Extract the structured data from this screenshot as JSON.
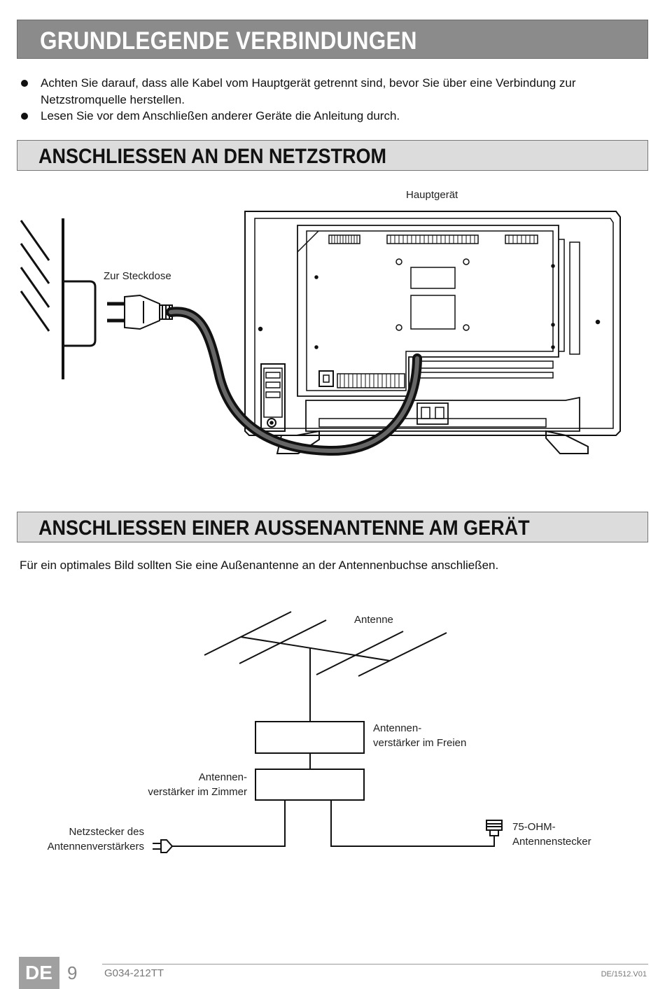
{
  "header": {
    "title": "GRUNDLEGENDE VERBINDUNGEN"
  },
  "bullets": [
    "Achten Sie darauf, dass alle Kabel vom Hauptgerät getrennt sind, bevor Sie über eine Verbindung zur Netzstromquelle herstellen.",
    "Lesen Sie vor dem Anschließen anderer Geräte die Anleitung durch."
  ],
  "power": {
    "title": "ANSCHLIESSEN AN DEN NETZSTROM",
    "label_device": "Hauptgerät",
    "label_socket": "Zur Steckdose"
  },
  "antenna": {
    "title": "ANSCHLIESSEN EINER AUSSENANTENNE AM GERÄT",
    "intro": "Für ein optimales Bild sollten Sie eine Außenantenne an der Antennenbuchse anschließen.",
    "label_antenna": "Antenne",
    "label_outdoor_amp_1": "Antennen-",
    "label_outdoor_amp_2": "verstärker im Freien",
    "label_indoor_amp_1": "Antennen-",
    "label_indoor_amp_2": "verstärker im Zimmer",
    "label_plug_1": "Netzstecker des",
    "label_plug_2": "Antennenverstärkers",
    "label_connector_1": "75-OHM-",
    "label_connector_2": "Antennenstecker"
  },
  "footer": {
    "lang": "DE",
    "page": "9",
    "model": "G034-212TT",
    "version": "DE/1512.V01"
  }
}
